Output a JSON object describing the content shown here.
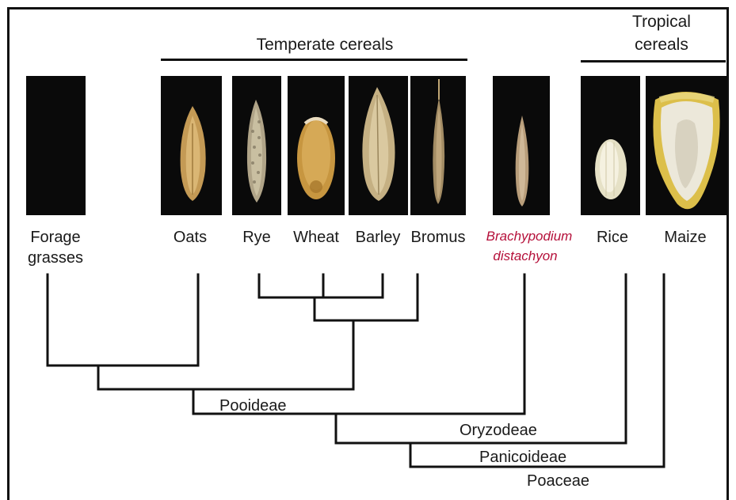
{
  "groups": {
    "temperate": "Temperate cereals",
    "tropical_line1": "Tropical",
    "tropical_line2": "cereals"
  },
  "species": [
    {
      "id": "forage",
      "line1": "Forage",
      "line2": "grasses"
    },
    {
      "id": "oats",
      "line1": "Oats"
    },
    {
      "id": "rye",
      "line1": "Rye"
    },
    {
      "id": "wheat",
      "line1": "Wheat"
    },
    {
      "id": "barley",
      "line1": "Barley"
    },
    {
      "id": "bromus",
      "line1": "Bromus"
    },
    {
      "id": "brachypodium",
      "line1": "Brachypodium",
      "line2": "distachyon",
      "highlight_color": "#b5103a"
    },
    {
      "id": "rice",
      "line1": "Rice"
    },
    {
      "id": "maize",
      "line1": "Maize"
    }
  ],
  "clades": {
    "pooideae": "Pooideae",
    "oryzodeae": "Oryzodeae",
    "panicoideae": "Panicoideae",
    "poaceae": "Poaceae"
  },
  "colors": {
    "tree": "#111111",
    "photo_background": "#0a0a0a",
    "highlight": "#b5103a"
  }
}
